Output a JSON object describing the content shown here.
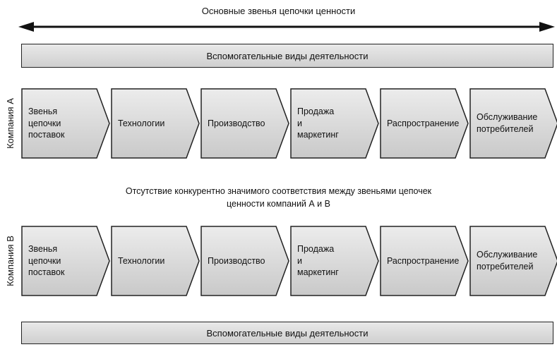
{
  "header": {
    "title": "Основные звенья цепочки ценности"
  },
  "support_bar_top": "Вспомогательные виды деятельности",
  "support_bar_bottom": "Вспомогательные виды деятельности",
  "company_a": {
    "label": "Компания А",
    "links": [
      "Звенья\nцепочки\nпоставок",
      "Технологии",
      "Производство",
      "Продажа\nи\nмаркетинг",
      "Распространение",
      "Обслуживание\nпотребителей"
    ]
  },
  "middle_note": {
    "line1": "Отсутствие конкурентно значимого соответствия между звеньями цепочек",
    "line2": "ценности компаний А и В"
  },
  "company_b": {
    "label": "Компания В",
    "links": [
      "Звенья\nцепочки\nпоставок",
      "Технологии",
      "Производство",
      "Продажа\nи\nмаркетинг",
      "Распространение",
      "Обслуживание\nпотребителей"
    ]
  },
  "colors": {
    "box_fill_top": "#ececec",
    "box_fill_bottom": "#c9c9c9",
    "stroke": "#222222"
  }
}
